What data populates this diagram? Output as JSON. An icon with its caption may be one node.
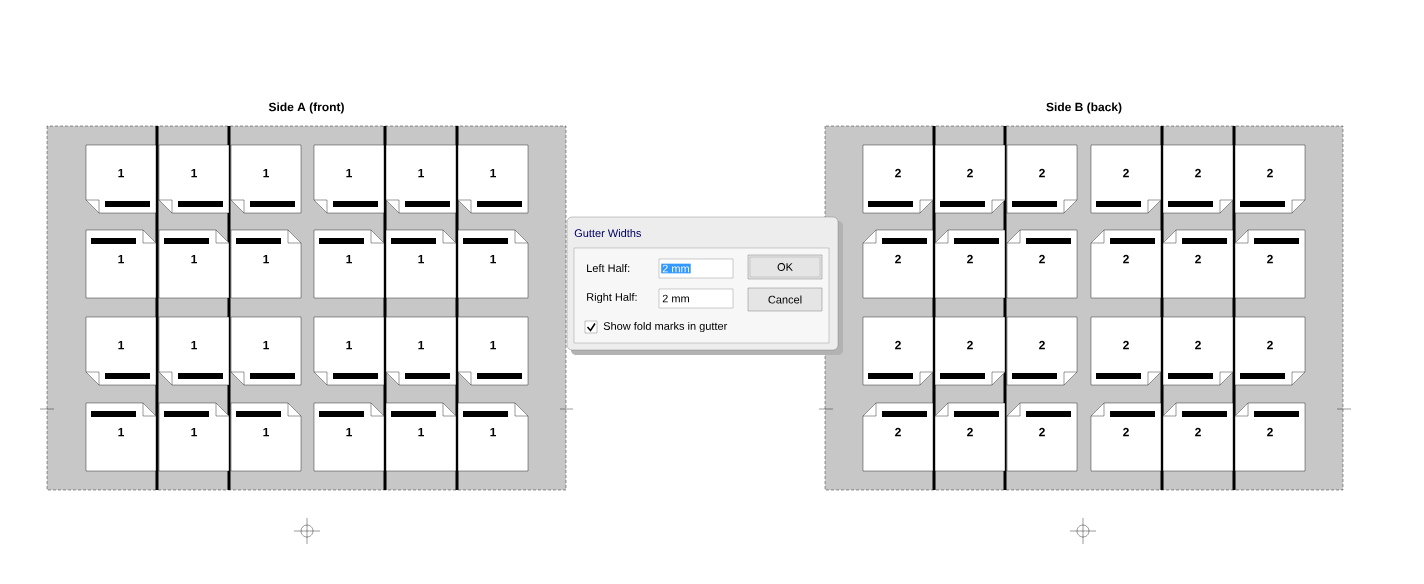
{
  "diagram": {
    "nodes": [
      {
        "text": [
          "Side A (front)"
        ]
      },
      {
        "text": [
          "1"
        ],
        "in": 0
      },
      {
        "text": [
          "1"
        ],
        "in": 0
      },
      {
        "text": [
          "1"
        ],
        "in": 0
      },
      {
        "text": [
          "1"
        ],
        "in": 0
      },
      {
        "text": [
          "1"
        ],
        "in": 0
      },
      {
        "text": [
          "1"
        ],
        "in": 0
      },
      {
        "text": [
          "1"
        ],
        "in": 0
      },
      {
        "text": [
          "1"
        ],
        "in": 0
      },
      {
        "text": [
          "1"
        ],
        "in": 0
      },
      {
        "text": [
          "1"
        ],
        "in": 0
      },
      {
        "text": [
          "1"
        ],
        "in": 0
      },
      {
        "text": [
          "1"
        ],
        "in": 0
      },
      {
        "text": [
          "1"
        ],
        "in": 0
      },
      {
        "text": [
          "1"
        ],
        "in": 0
      },
      {
        "text": [
          "1"
        ],
        "in": 0
      },
      {
        "text": [
          "1"
        ],
        "in": 0
      },
      {
        "text": [
          "1"
        ],
        "in": 0
      },
      {
        "text": [
          "1"
        ],
        "in": 0
      },
      {
        "text": [
          "1"
        ],
        "in": 0
      },
      {
        "text": [
          "1"
        ],
        "in": 0
      },
      {
        "text": [
          "1"
        ],
        "in": 0
      },
      {
        "text": [
          "1"
        ],
        "in": 0
      },
      {
        "text": [
          "1"
        ],
        "in": 0
      },
      {
        "text": [
          "1"
        ],
        "in": 0
      },
      {
        "text": [
          "Side B (back)"
        ]
      },
      {
        "text": [
          "2"
        ],
        "in": 25
      },
      {
        "text": [
          "2"
        ],
        "in": 25
      },
      {
        "text": [
          "2"
        ],
        "in": 25
      },
      {
        "text": [
          "2"
        ],
        "in": 25
      },
      {
        "text": [
          "2"
        ],
        "in": 25
      },
      {
        "text": [
          "2"
        ],
        "in": 25
      },
      {
        "text": [
          "2"
        ],
        "in": 25
      },
      {
        "text": [
          "2"
        ],
        "in": 25
      },
      {
        "text": [
          "2"
        ],
        "in": 25
      },
      {
        "text": [
          "2"
        ],
        "in": 25
      },
      {
        "text": [
          "2"
        ],
        "in": 25
      },
      {
        "text": [
          "2"
        ],
        "in": 25
      },
      {
        "text": [
          "2"
        ],
        "in": 25
      },
      {
        "text": [
          "2"
        ],
        "in": 25
      },
      {
        "text": [
          "2"
        ],
        "in": 25
      },
      {
        "text": [
          "2"
        ],
        "in": 25
      },
      {
        "text": [
          "2"
        ],
        "in": 25
      },
      {
        "text": [
          "2"
        ],
        "in": 25
      },
      {
        "text": [
          "2"
        ],
        "in": 25
      },
      {
        "text": [
          "2"
        ],
        "in": 25
      },
      {
        "text": [
          "2"
        ],
        "in": 25
      },
      {
        "text": [
          "2"
        ],
        "in": 25
      },
      {
        "text": [
          "2"
        ],
        "in": 25
      },
      {
        "text": [
          "2"
        ],
        "in": 25
      },
      {
        "text": [
          "Gutter Widths"
        ]
      },
      {
        "text": [
          "2 mm"
        ],
        "in": 50
      },
      {
        "text": [
          "OK"
        ],
        "in": 50
      },
      {
        "text": [
          "2 mm"
        ],
        "in": 50
      },
      {
        "text": [
          "Cancel"
        ],
        "in": 50
      }
    ],
    "labels": [
      "Left Half:",
      "Right Half:",
      "Show fold marks in gutter"
    ]
  }
}
